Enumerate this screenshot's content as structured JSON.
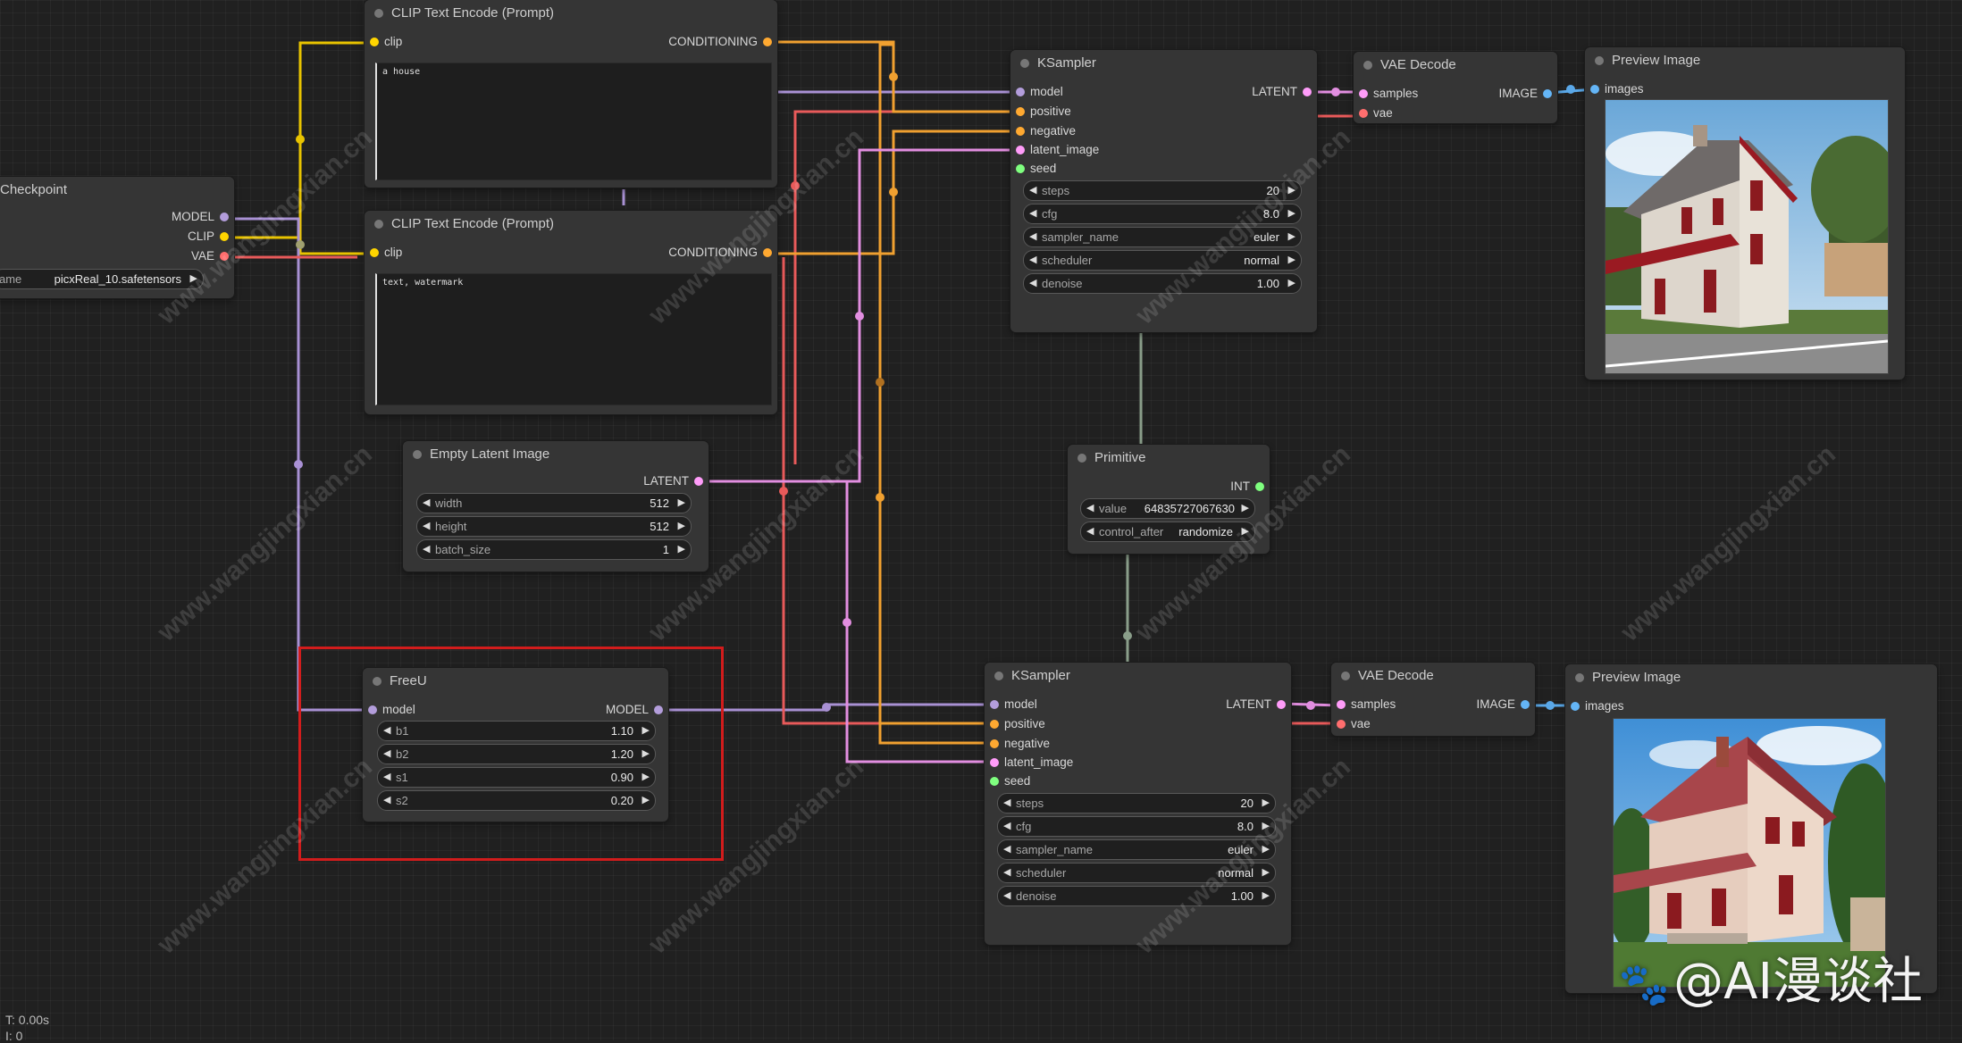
{
  "colors": {
    "model": "#b39ddb",
    "clip": "#ffd500",
    "vae": "#ff6e6e",
    "conditioning": "#ffa931",
    "latent": "#ff9cf9",
    "int": "#7fff7f",
    "image": "#64b5f6",
    "accent_red": "#d21c1c"
  },
  "checkpoint": {
    "title": "Checkpoint",
    "outputs": [
      "MODEL",
      "CLIP",
      "VAE"
    ],
    "widget_name": "ame",
    "widget_value": "picxReal_10.safetensors"
  },
  "clip1": {
    "title": "CLIP Text Encode (Prompt)",
    "input": "clip",
    "output": "CONDITIONING",
    "text": "a house"
  },
  "clip2": {
    "title": "CLIP Text Encode (Prompt)",
    "input": "clip",
    "output": "CONDITIONING",
    "text": "text, watermark"
  },
  "empty_latent": {
    "title": "Empty Latent Image",
    "output": "LATENT",
    "widgets": [
      {
        "name": "width",
        "value": "512"
      },
      {
        "name": "height",
        "value": "512"
      },
      {
        "name": "batch_size",
        "value": "1"
      }
    ]
  },
  "ksampler1": {
    "title": "KSampler",
    "inputs": [
      "model",
      "positive",
      "negative",
      "latent_image",
      "seed"
    ],
    "output": "LATENT",
    "widgets": [
      {
        "name": "steps",
        "value": "20"
      },
      {
        "name": "cfg",
        "value": "8.0"
      },
      {
        "name": "sampler_name",
        "value": "euler"
      },
      {
        "name": "scheduler",
        "value": "normal"
      },
      {
        "name": "denoise",
        "value": "1.00"
      }
    ]
  },
  "ksampler2": {
    "title": "KSampler",
    "inputs": [
      "model",
      "positive",
      "negative",
      "latent_image",
      "seed"
    ],
    "output": "LATENT",
    "widgets": [
      {
        "name": "steps",
        "value": "20"
      },
      {
        "name": "cfg",
        "value": "8.0"
      },
      {
        "name": "sampler_name",
        "value": "euler"
      },
      {
        "name": "scheduler",
        "value": "normal"
      },
      {
        "name": "denoise",
        "value": "1.00"
      }
    ]
  },
  "vae1": {
    "title": "VAE Decode",
    "inputs": [
      "samples",
      "vae"
    ],
    "output": "IMAGE"
  },
  "vae2": {
    "title": "VAE Decode",
    "inputs": [
      "samples",
      "vae"
    ],
    "output": "IMAGE"
  },
  "preview1": {
    "title": "Preview Image",
    "input": "images"
  },
  "preview2": {
    "title": "Preview Image",
    "input": "images"
  },
  "primitive": {
    "title": "Primitive",
    "output": "INT",
    "widgets": [
      {
        "name": "value",
        "value": "64835727067630"
      },
      {
        "name": "control_after",
        "value": "randomize"
      }
    ]
  },
  "freeu": {
    "title": "FreeU",
    "input": "model",
    "output": "MODEL",
    "widgets": [
      {
        "name": "b1",
        "value": "1.10"
      },
      {
        "name": "b2",
        "value": "1.20"
      },
      {
        "name": "s1",
        "value": "0.90"
      },
      {
        "name": "s2",
        "value": "0.20"
      }
    ]
  },
  "watermark_text": "www.wangjingxian.cn",
  "brand_text": "@AI漫谈社",
  "status": {
    "time": "T: 0.00s",
    "line2": "I: 0"
  }
}
